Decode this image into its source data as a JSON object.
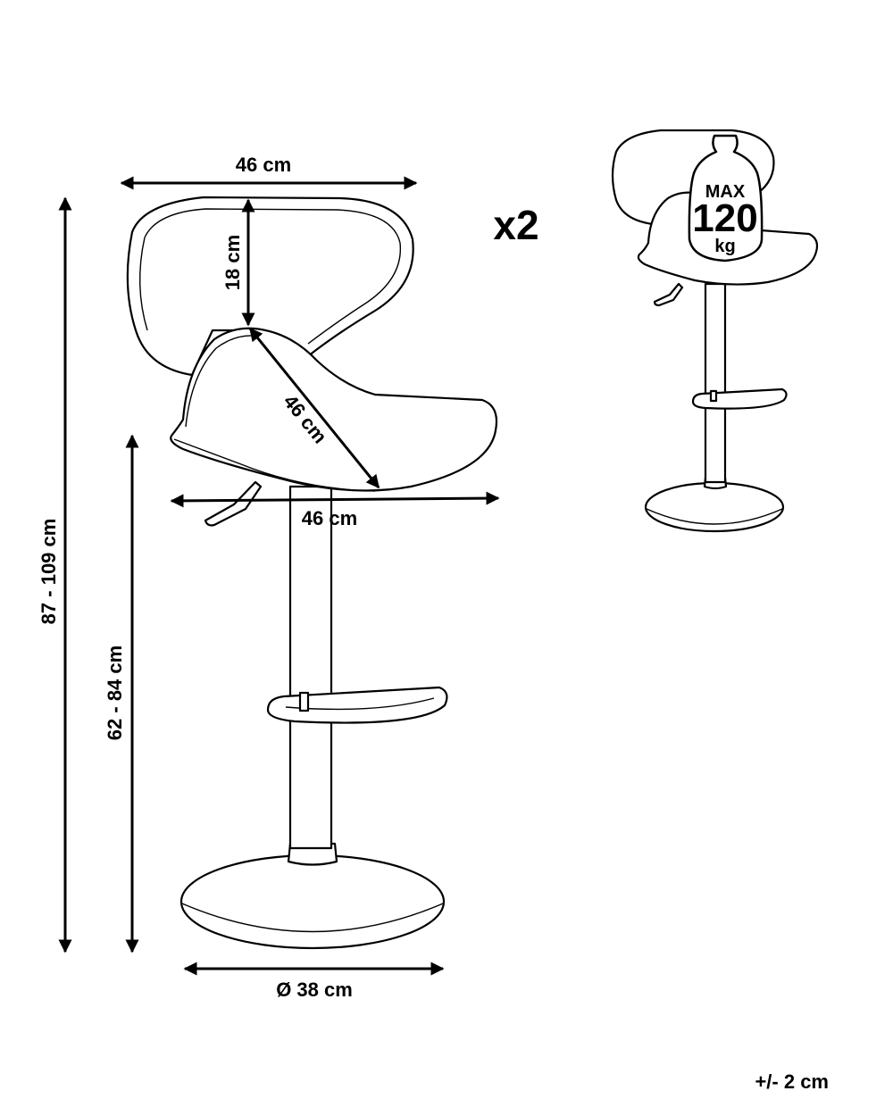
{
  "dimensions": {
    "back_width": "46 cm",
    "back_height": "18 cm",
    "seat_depth": "46 cm",
    "seat_width": "46 cm",
    "total_height": "87 - 109 cm",
    "seat_height": "62 - 84 cm",
    "base_diameter": "Ø 38 cm"
  },
  "quantity": "x2",
  "load_badge": {
    "line1": "MAX",
    "line2": "120",
    "line3": "kg"
  },
  "tolerance": "+/- 2 cm",
  "colors": {
    "line": "#000000",
    "background": "#ffffff"
  }
}
